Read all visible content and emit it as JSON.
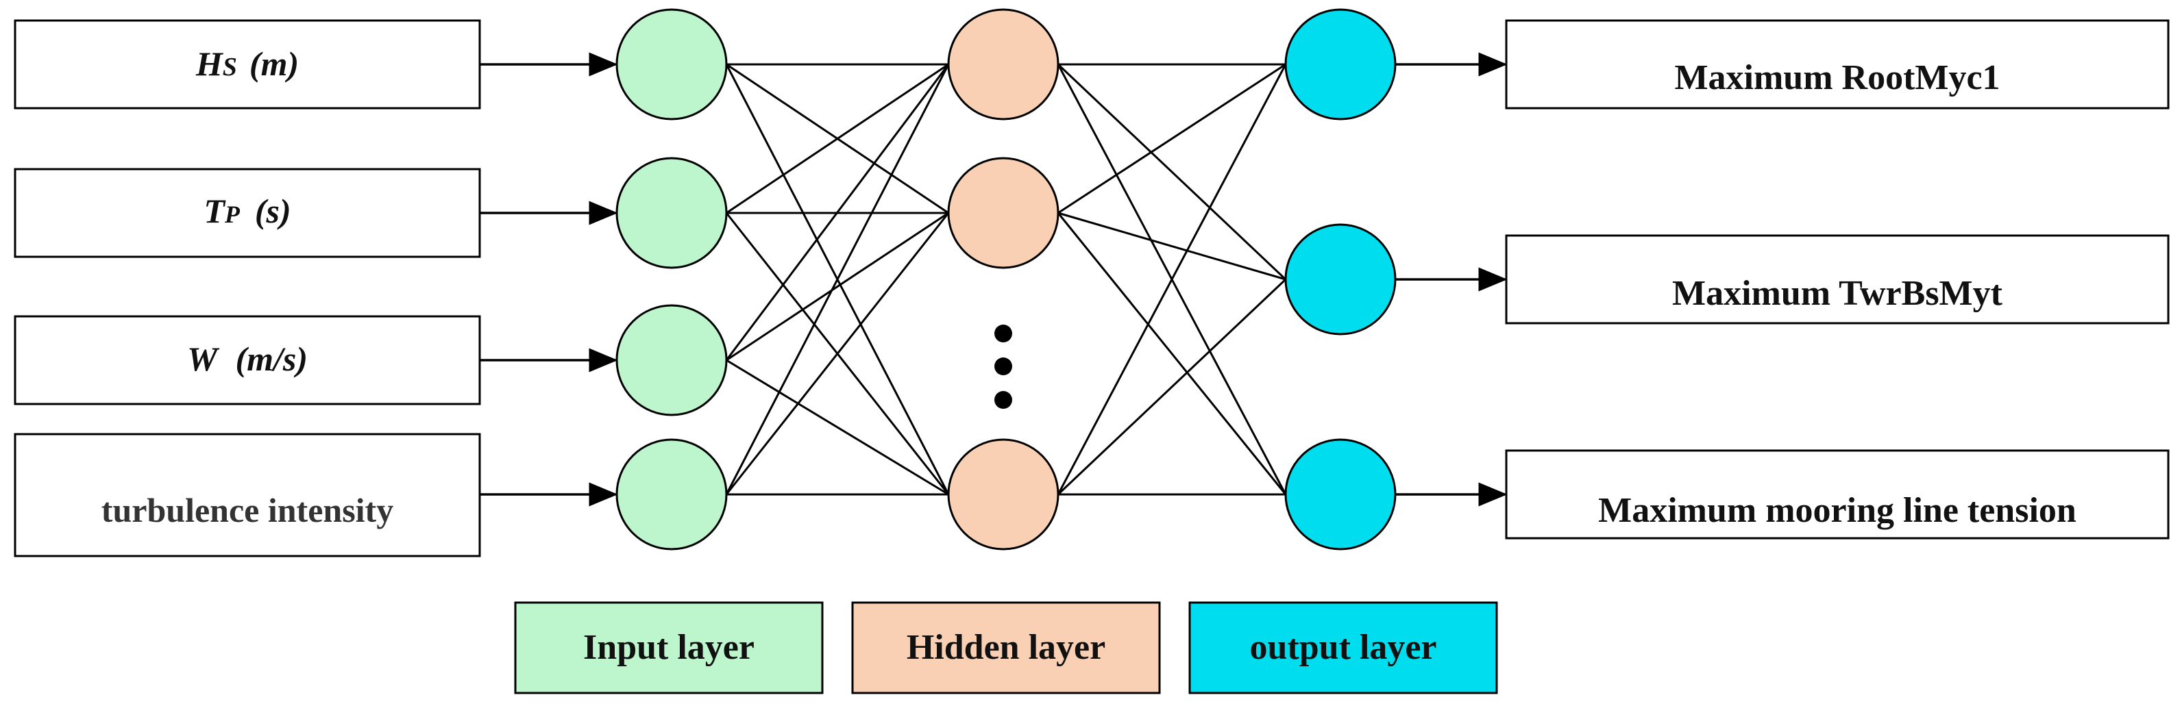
{
  "inputs": {
    "hs": {
      "symbol": "H",
      "subscript": "S",
      "unit": "(m)"
    },
    "tp": {
      "symbol": "T",
      "subscript": "P",
      "unit": "(s)"
    },
    "w": {
      "symbol": "W",
      "unit": "(m/s)"
    },
    "turbulence": {
      "label": "turbulence intensity"
    }
  },
  "outputs": [
    "Maximum RootMyc1",
    "Maximum TwrBsMyt",
    "Maximum mooring line tension"
  ],
  "legend": {
    "input": "Input layer",
    "hidden": "Hidden layer",
    "output": "output layer"
  },
  "colors": {
    "input_node": "#BDF5CC",
    "hidden_node": "#FAD0B4",
    "output_node": "#00DDEE",
    "input_legend": "#BDF5CC",
    "hidden_legend": "#FAD0B4",
    "output_legend": "#00DDEE",
    "stroke": "#000000"
  }
}
